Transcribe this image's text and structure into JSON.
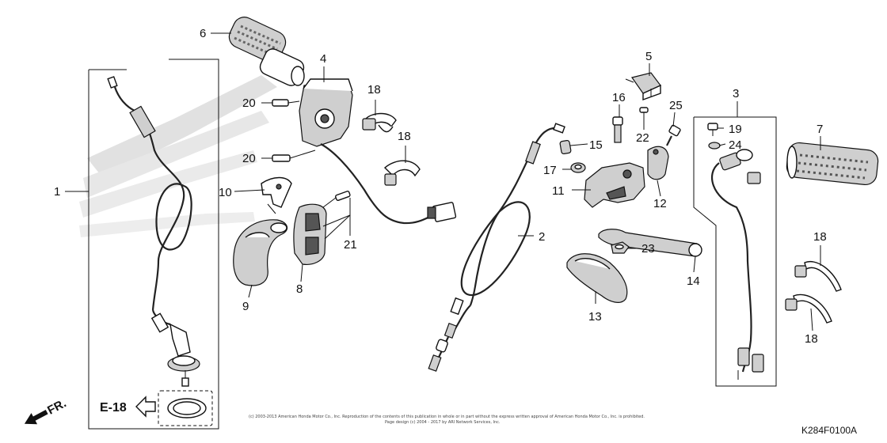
{
  "parts": [
    {
      "id": "1"
    },
    {
      "id": "2"
    },
    {
      "id": "3"
    },
    {
      "id": "4"
    },
    {
      "id": "5"
    },
    {
      "id": "6"
    },
    {
      "id": "7"
    },
    {
      "id": "8"
    },
    {
      "id": "9"
    },
    {
      "id": "10"
    },
    {
      "id": "11"
    },
    {
      "id": "12"
    },
    {
      "id": "13"
    },
    {
      "id": "14"
    },
    {
      "id": "15"
    },
    {
      "id": "16"
    },
    {
      "id": "17"
    },
    {
      "id": "18"
    },
    {
      "id": "18"
    },
    {
      "id": "18"
    },
    {
      "id": "18"
    },
    {
      "id": "19"
    },
    {
      "id": "20"
    },
    {
      "id": "20"
    },
    {
      "id": "21"
    },
    {
      "id": "22"
    },
    {
      "id": "23"
    },
    {
      "id": "24"
    },
    {
      "id": "25"
    }
  ],
  "reference": {
    "label": "E-18"
  },
  "direction": {
    "label": "FR."
  },
  "diagram_code": "K284F0100A",
  "copyright": {
    "line1": "(c) 2003-2013 American Honda Motor Co., Inc. Reproduction of the contents of this publication in whole or in part without the express written approval of American Honda Motor Co., Inc. is prohibited.",
    "line2": "Page design (c) 2004 - 2017 by ARI Network Services, Inc."
  }
}
